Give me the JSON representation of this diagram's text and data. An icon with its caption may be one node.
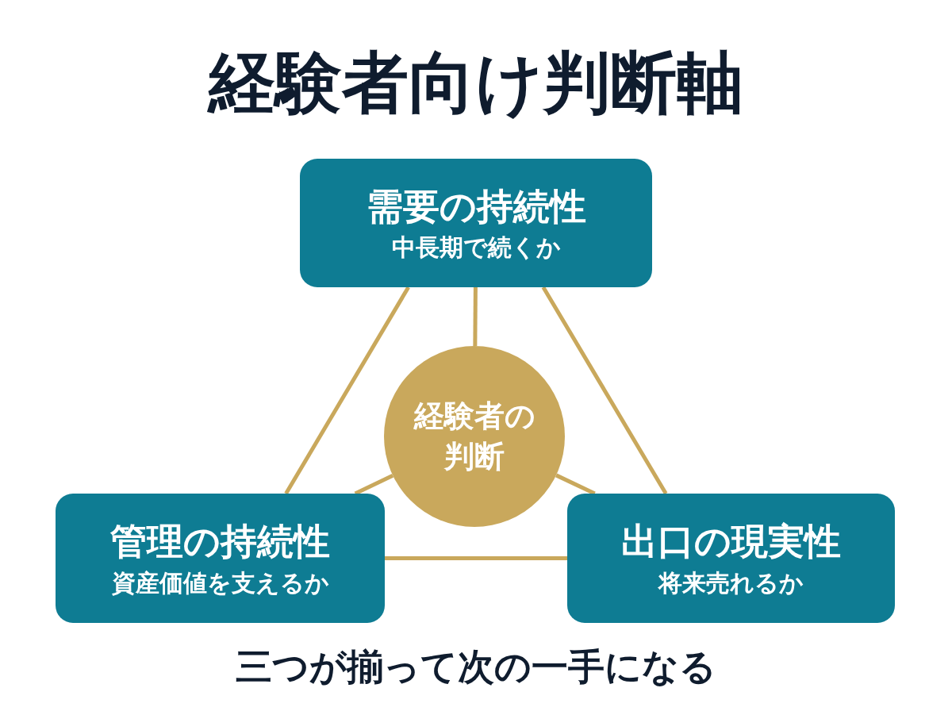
{
  "diagram": {
    "title": "経験者向け判断軸",
    "nodes": [
      {
        "text": [
          "需要の持続性",
          "中長期で続くか"
        ]
      },
      {
        "text": [
          "経験者の判断"
        ]
      },
      {
        "text": [
          "管理の持続性",
          "資産価値を支えるか"
        ]
      },
      {
        "text": [
          "出口の現実性",
          "将来売れるか"
        ]
      }
    ],
    "edges": [
      {
        "from": 0,
        "to": 2,
        "arrow": "none"
      },
      {
        "from": 0,
        "to": 3,
        "arrow": "none"
      },
      {
        "from": 2,
        "to": 3,
        "arrow": "none"
      },
      {
        "from": 1,
        "to": 0,
        "arrow": "none"
      },
      {
        "from": 1,
        "to": 2,
        "arrow": "none"
      },
      {
        "from": 1,
        "to": 3,
        "arrow": "none"
      }
    ],
    "caption": "三つが揃って次の一手になる"
  }
}
